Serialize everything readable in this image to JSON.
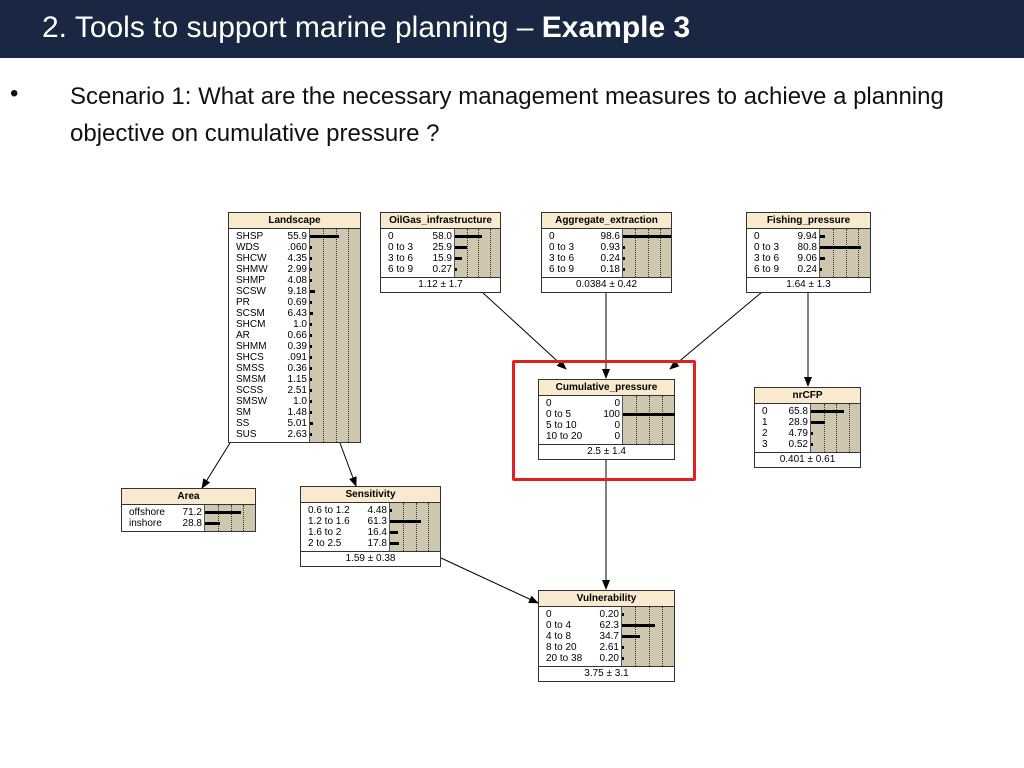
{
  "slide": {
    "title_main": "2. Tools to support marine planning –",
    "title_bold": "Example 3",
    "bullet": "•",
    "scenario_text": "Scenario 1: What are the necessary management measures to achieve a planning objective on cumulative pressure ?"
  },
  "colors": {
    "header_bg": "#192742",
    "node_title_bg": "#f8e9cf",
    "bar_area_bg": "#cfc6b0",
    "highlight": "#e02020"
  },
  "nodes": [
    {
      "id": "landscape",
      "title": "Landscape",
      "footer": "",
      "states": [
        {
          "label": "SHSP",
          "value": "55.9",
          "p": 55.9
        },
        {
          "label": "WDS",
          "value": ".060",
          "p": 0.06
        },
        {
          "label": "SHCW",
          "value": "4.35",
          "p": 4.35
        },
        {
          "label": "SHMW",
          "value": "2.99",
          "p": 2.99
        },
        {
          "label": "SHMP",
          "value": "4.08",
          "p": 4.08
        },
        {
          "label": "SCSW",
          "value": "9.18",
          "p": 9.18
        },
        {
          "label": "PR",
          "value": "0.69",
          "p": 0.69
        },
        {
          "label": "SCSM",
          "value": "6.43",
          "p": 6.43
        },
        {
          "label": "SHCM",
          "value": "1.0",
          "p": 1.0
        },
        {
          "label": "AR",
          "value": "0.66",
          "p": 0.66
        },
        {
          "label": "SHMM",
          "value": "0.39",
          "p": 0.39
        },
        {
          "label": "SHCS",
          "value": ".091",
          "p": 0.091
        },
        {
          "label": "SMSS",
          "value": "0.36",
          "p": 0.36
        },
        {
          "label": "SMSM",
          "value": "1.15",
          "p": 1.15
        },
        {
          "label": "SCSS",
          "value": "2.51",
          "p": 2.51
        },
        {
          "label": "SMSW",
          "value": "1.0",
          "p": 1.0
        },
        {
          "label": "SM",
          "value": "1.48",
          "p": 1.48
        },
        {
          "label": "SS",
          "value": "5.01",
          "p": 5.01
        },
        {
          "label": "SUS",
          "value": "2.63",
          "p": 2.63
        }
      ]
    },
    {
      "id": "oilgas",
      "title": "OilGas_infrastructure",
      "footer": "1.12 ± 1.7",
      "states": [
        {
          "label": "0",
          "value": "58.0",
          "p": 58.0
        },
        {
          "label": "0 to 3",
          "value": "25.9",
          "p": 25.9
        },
        {
          "label": "3 to 6",
          "value": "15.9",
          "p": 15.9
        },
        {
          "label": "6 to 9",
          "value": "0.27",
          "p": 0.27
        }
      ]
    },
    {
      "id": "aggregate",
      "title": "Aggregate_extraction",
      "footer": "0.0384 ± 0.42",
      "states": [
        {
          "label": "0",
          "value": "98.6",
          "p": 98.6
        },
        {
          "label": "0 to 3",
          "value": "0.93",
          "p": 0.93
        },
        {
          "label": "3 to 6",
          "value": "0.24",
          "p": 0.24
        },
        {
          "label": "6 to 9",
          "value": "0.18",
          "p": 0.18
        }
      ]
    },
    {
      "id": "fishing",
      "title": "Fishing_pressure",
      "footer": "1.64 ± 1.3",
      "states": [
        {
          "label": "0",
          "value": "9.94",
          "p": 9.94
        },
        {
          "label": "0 to 3",
          "value": "80.8",
          "p": 80.8
        },
        {
          "label": "3 to 6",
          "value": "9.06",
          "p": 9.06
        },
        {
          "label": "6 to 9",
          "value": "0.24",
          "p": 0.24
        }
      ]
    },
    {
      "id": "cumulative",
      "title": "Cumulative_pressure",
      "footer": "2.5 ± 1.4",
      "states": [
        {
          "label": "0",
          "value": "0",
          "p": 0
        },
        {
          "label": "0 to 5",
          "value": "100",
          "p": 100
        },
        {
          "label": "5 to 10",
          "value": "0",
          "p": 0
        },
        {
          "label": "10 to 20",
          "value": "0",
          "p": 0
        }
      ]
    },
    {
      "id": "nrcfp",
      "title": "nrCFP",
      "footer": "0.401 ± 0.61",
      "states": [
        {
          "label": "0",
          "value": "65.8",
          "p": 65.8
        },
        {
          "label": "1",
          "value": "28.9",
          "p": 28.9
        },
        {
          "label": "2",
          "value": "4.79",
          "p": 4.79
        },
        {
          "label": "3",
          "value": "0.52",
          "p": 0.52
        }
      ]
    },
    {
      "id": "area",
      "title": "Area",
      "footer": "",
      "states": [
        {
          "label": "offshore",
          "value": "71.2",
          "p": 71.2
        },
        {
          "label": "inshore",
          "value": "28.8",
          "p": 28.8
        }
      ]
    },
    {
      "id": "sensitivity",
      "title": "Sensitivity",
      "footer": "1.59 ± 0.38",
      "states": [
        {
          "label": "0.6 to 1.2",
          "value": "4.48",
          "p": 4.48
        },
        {
          "label": "1.2 to 1.6",
          "value": "61.3",
          "p": 61.3
        },
        {
          "label": "1.6 to 2",
          "value": "16.4",
          "p": 16.4
        },
        {
          "label": "2 to 2.5",
          "value": "17.8",
          "p": 17.8
        }
      ]
    },
    {
      "id": "vulnerability",
      "title": "Vulnerability",
      "footer": "3.75 ± 3.1",
      "states": [
        {
          "label": "0",
          "value": "0.20",
          "p": 0.2
        },
        {
          "label": "0 to 4",
          "value": "62.3",
          "p": 62.3
        },
        {
          "label": "4 to 8",
          "value": "34.7",
          "p": 34.7
        },
        {
          "label": "8 to 20",
          "value": "2.61",
          "p": 2.61
        },
        {
          "label": "20 to 38",
          "value": "0.20",
          "p": 0.2
        }
      ]
    }
  ],
  "edges": [
    {
      "from": "landscape",
      "to": "area"
    },
    {
      "from": "landscape",
      "to": "sensitivity"
    },
    {
      "from": "oilgas",
      "to": "cumulative"
    },
    {
      "from": "aggregate",
      "to": "cumulative"
    },
    {
      "from": "fishing",
      "to": "cumulative"
    },
    {
      "from": "fishing",
      "to": "nrcfp"
    },
    {
      "from": "cumulative",
      "to": "vulnerability"
    },
    {
      "from": "sensitivity",
      "to": "vulnerability"
    }
  ]
}
